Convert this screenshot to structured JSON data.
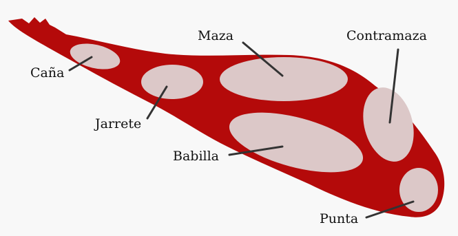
{
  "colors": {
    "background": "#f8f8f8",
    "ham": "#b40a0a",
    "cut": "#dcc8c8",
    "leader": "#333333"
  },
  "labels": {
    "cana": "Caña",
    "jarrete": "Jarrete",
    "maza": "Maza",
    "contramaza": "Contramaza",
    "babilla": "Babilla",
    "punta": "Punta"
  }
}
